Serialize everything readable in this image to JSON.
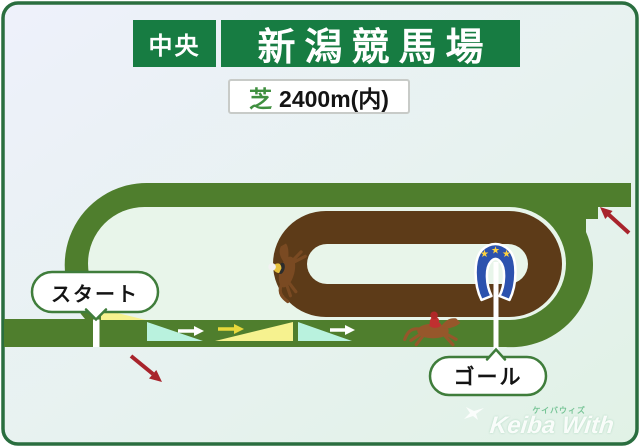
{
  "header": {
    "category_badge": "中央",
    "title": "新潟競馬場"
  },
  "course": {
    "surface": "芝",
    "distance": "2400m(内)"
  },
  "labels": {
    "start": "スタート",
    "goal": "ゴール"
  },
  "watermark": {
    "kana": "ケイバウィズ",
    "name": "Keiba With"
  },
  "icons": {
    "star": "★"
  },
  "slopes": {
    "backstretch_sequence": [
      "downhill",
      "uphill",
      "downhill"
    ],
    "start_hill": "downhill-after-start"
  },
  "colors": {
    "header_green": "#177c42",
    "card_border_green": "#2a6e3f",
    "turf_green": "#4f7e2d",
    "dirt_brown": "#5d3b18",
    "infield_light": "#e8f5ea",
    "downhill_cyan": "#b9f2de",
    "uphill_yellow": "#f6f28f",
    "slope_arrow_yellow": "#e9d93c",
    "direction_arrow_red": "#a8242c",
    "horseshoe_blue": "#2c52ae",
    "star_yellow": "#ffd23e",
    "bubble_border_green": "#3f7d3b",
    "line_white": "#ffffff",
    "horse1_coat": "#7a4a22",
    "horse1_silks": "#e7c23f",
    "horse2_coat": "#96572b",
    "horse2_silks": "#c03030"
  }
}
